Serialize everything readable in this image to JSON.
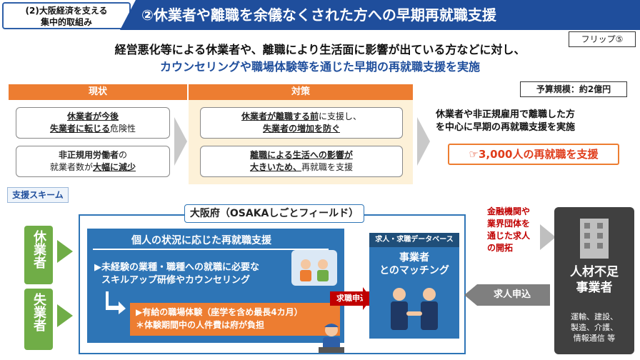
{
  "header": {
    "badge_line1": "(2)大阪経済を支える",
    "badge_line2": "集中的取組み",
    "title": "②休業者や離職を余儀なくされた方への早期再就職支援",
    "flip": "フリップ⑤"
  },
  "lead": {
    "line1": "経営悪化等による休業者や、離職により生活面に影響が出ている方などに対し、",
    "line2": "カウンセリングや職場体験等を通じた早期の再就職支援を実施"
  },
  "budget": "予算規模：約2億円",
  "current": {
    "header": "現状",
    "box1_a": "休業者が今後",
    "box1_b1": "失業者に転じる",
    "box1_b2": "危険性",
    "box2_a1": "非正規用労働者",
    "box2_a2": "の",
    "box2_b1": "就業者数が",
    "box2_b2": "大幅に減少"
  },
  "measures": {
    "header": "対策",
    "box1_a1": "休業者が離職する前",
    "box1_a2": "に支援し、",
    "box1_b": "失業者の増加を防ぐ",
    "box2_a": "離職による生活への影響が",
    "box2_b1": "大きいため、",
    "box2_b2": "再就職を支援"
  },
  "result": {
    "line1": "休業者や非正規雇用で離職した方",
    "line2": "を中心に早期の再就職支援を実施",
    "highlight": "☞3,000人の再就職を支援"
  },
  "scheme": {
    "label": "支援スキーム",
    "osaka": "大阪府（OSAKAしごとフィールド）",
    "side1": "休業者",
    "side2": "失業者",
    "support_title": "個人の状況に応じた再就職支援",
    "support_line1": "▶未経験の業種・職種への就職に必要な",
    "support_line2": "スキルアップ研修やカウンセリング",
    "exp_line1": "▶有給の職場体験（座学を含め最長4カ月）",
    "exp_line2": "＊体験期間中の人件費は府が負担",
    "db_title": "求人・求職データベース",
    "db_line1": "事業者",
    "db_line2": "とのマッチング",
    "job_apply": "求職申込",
    "offer_apply": "求人申込",
    "lack_line1": "人材不足",
    "lack_line2": "事業者",
    "lack_sub1": "運輸、建設、",
    "lack_sub2": "製造、介護、",
    "lack_sub3": "情報通信 等",
    "finance_line1": "金融機関や",
    "finance_line2": "業界団体を",
    "finance_line3": "通じた求人",
    "finance_line4": "の開拓"
  }
}
